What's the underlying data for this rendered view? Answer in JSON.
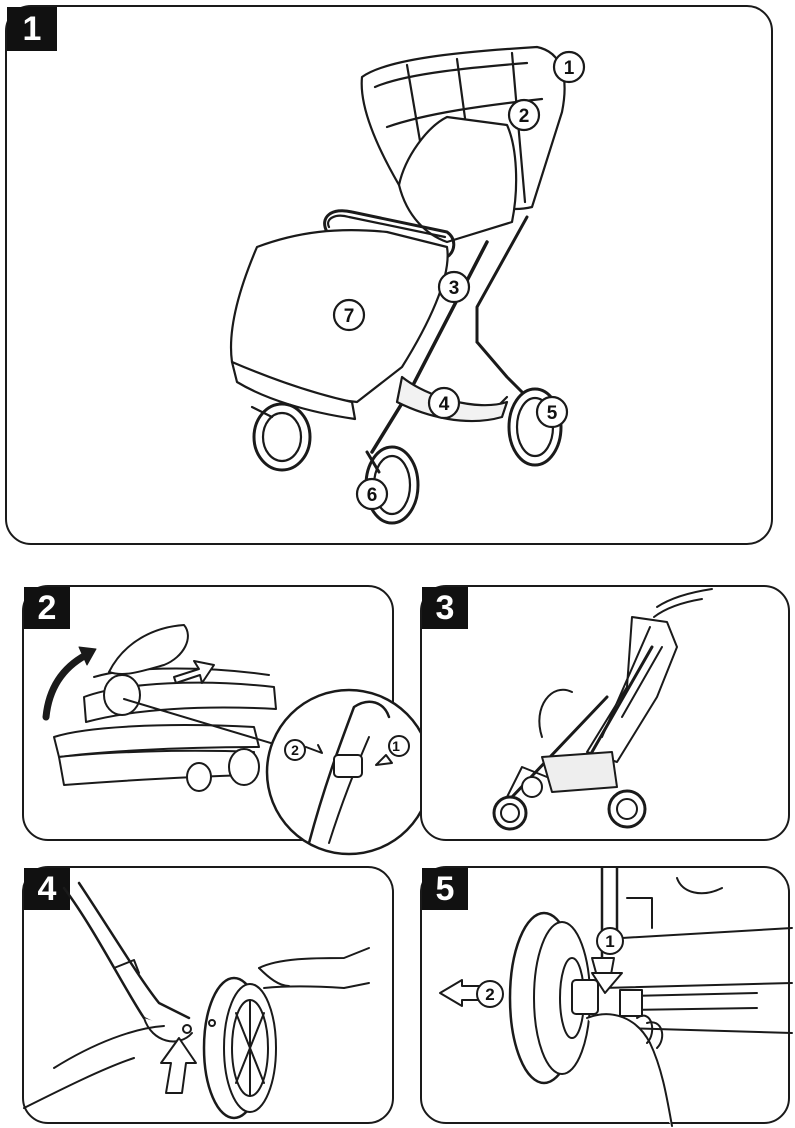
{
  "panels": [
    {
      "step": "1",
      "callouts": [
        "1",
        "2",
        "3",
        "4",
        "5",
        "6",
        "7"
      ]
    },
    {
      "step": "2",
      "callouts": [
        "2",
        "1"
      ]
    },
    {
      "step": "3"
    },
    {
      "step": "4"
    },
    {
      "step": "5",
      "callouts": [
        "1",
        "2"
      ]
    }
  ],
  "colors": {
    "line": "#1a1a1a",
    "badge": "#111111",
    "fill": "#ffffff",
    "shade": "#e6e6e6"
  },
  "icons": [
    "stroller-overview-illustration",
    "fold-illustration",
    "folded-upright-illustration",
    "wheel-attach-illustration",
    "wheel-remove-illustration",
    "direction-arrow-icon"
  ]
}
